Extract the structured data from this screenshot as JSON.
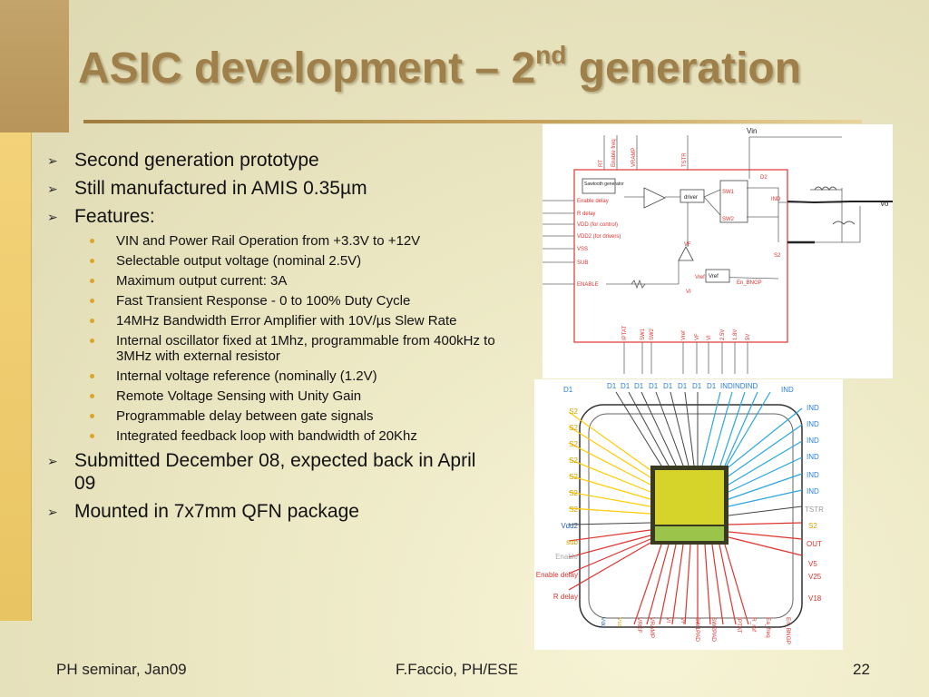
{
  "slide": {
    "title_main": "ASIC development – 2",
    "title_sup": "nd",
    "title_tail": " generation",
    "bullets": [
      "Second generation prototype",
      "Still manufactured in AMIS 0.35µm",
      "Features:"
    ],
    "features": [
      "VIN and Power Rail Operation from +3.3V to +12V",
      "Selectable output voltage (nominal 2.5V)",
      "Maximum output current: 3A",
      "Fast Transient Response - 0 to 100% Duty Cycle",
      "14MHz Bandwidth Error Amplifier with 10V/µs Slew Rate",
      "Internal oscillator fixed at 1Mhz, programmable from 400kHz to 3MHz  with external resistor",
      "Internal voltage reference (nominally (1.2V)",
      "Remote Voltage Sensing with Unity Gain",
      "Programmable delay between gate signals",
      "Integrated feedback loop with bandwidth of 20Khz"
    ],
    "bullets_after": [
      "Submitted December 08, expected back in April 09",
      "Mounted in 7x7mm QFN package"
    ]
  },
  "schematic": {
    "top_pins": [
      "RT",
      "Enable freq",
      "VRAMP",
      "TSTR"
    ],
    "vin": "Vin",
    "vo": "Vo",
    "left_labels": [
      "Enable delay",
      "R delay",
      "VDD (for control)",
      "VDD2 (for drivers)",
      "VSS",
      "SUB",
      "ENABLE"
    ],
    "sawtooth_label": "Sawtooth generator",
    "driver": "driver",
    "sw1": "SW1",
    "sw2": "SW2",
    "d2": "D2",
    "ind": "IND",
    "s2": "S2",
    "vf": "VF",
    "vref": "Vref",
    "vref_small": "Vref",
    "en_bngp": "En_BNGP",
    "vi": "VI",
    "bottom_pins": [
      "IPTAT",
      "SW1",
      "SW2",
      "Vref",
      "VF",
      "VI",
      "2.5V",
      "1.8V",
      "5V"
    ]
  },
  "chip": {
    "top_labels": [
      "D1",
      "D1",
      "D1",
      "D1",
      "D1",
      "D1",
      "D1",
      "D1",
      "INDINDIND",
      "IND"
    ],
    "d1_left": "D1",
    "left_labels": [
      "S2",
      "S2",
      "S2",
      "S2",
      "S2",
      "S2",
      "S2",
      "Vdd2",
      "sub",
      "Enable",
      "Enable delay",
      "R delay"
    ],
    "right_labels": [
      "IND",
      "IND",
      "IND",
      "IND",
      "IND",
      "IND",
      "TSTR",
      "S2",
      "OUT",
      "V5",
      "V25",
      "V18"
    ],
    "bottom_labels": [
      "Vdd",
      "Vss",
      "VREF",
      "VRAMP",
      "VI",
      "VF",
      "SW1PAD",
      "SW2PAD",
      "IPTAT",
      "R_ref",
      "Ea_freq",
      "En_BNGP"
    ]
  },
  "footer": {
    "left": "PH seminar, Jan09",
    "center": "F.Faccio, PH/ESE",
    "page": "22"
  },
  "colors": {
    "title": "#a0804a",
    "accent_strip": "#f3d37a",
    "schematic_red": "#e0342f",
    "chip_die": "#d6d32a"
  }
}
